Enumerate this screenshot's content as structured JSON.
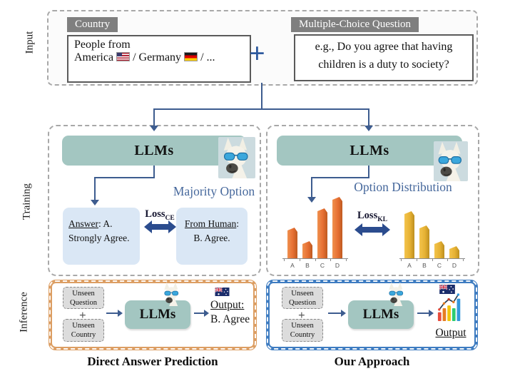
{
  "side_labels": {
    "input": "Input",
    "training": "Training",
    "inference": "Inference"
  },
  "input": {
    "country_tab": "Country",
    "country_line1": "People from",
    "country_line2_a": "America",
    "country_line2_b": "/ Germany",
    "country_line2_c": "/ ...",
    "plus": "+",
    "mcq_tab": "Multiple-Choice Question",
    "mcq_line1": "e.g., Do you agree that having",
    "mcq_line2": "children is a duty to society?"
  },
  "training": {
    "left": {
      "llm": "LLMs",
      "title": "Majority Option",
      "loss_base": "Loss",
      "loss_sub": "CE",
      "answer_head": "Answer",
      "answer_rest": ": A.",
      "answer_line2": "Strongly Agree.",
      "human_head": "From Human",
      "human_rest": ":",
      "human_line2": "B. Agree."
    },
    "right": {
      "llm": "LLMs",
      "title": "Option Distribution",
      "loss_base": "Loss",
      "loss_sub": "KL"
    }
  },
  "chart_data": [
    {
      "type": "bar",
      "title": "LLM predicted option distribution",
      "categories": [
        "A",
        "B",
        "C",
        "D"
      ],
      "values": [
        0.5,
        0.28,
        0.81,
        1.0
      ],
      "ylim": [
        0,
        1
      ],
      "color": "#E8743B",
      "xlabel": "",
      "ylabel": "",
      "legend": "none",
      "grid": false
    },
    {
      "type": "bar",
      "title": "Human option distribution",
      "categories": [
        "A",
        "B",
        "C",
        "D"
      ],
      "values": [
        0.77,
        0.53,
        0.28,
        0.2
      ],
      "ylim": [
        0,
        1
      ],
      "color": "#E9B63C",
      "xlabel": "",
      "ylabel": "",
      "legend": "none",
      "grid": false
    }
  ],
  "inference": {
    "left": {
      "unseen_q1": "Unseen",
      "unseen_q2": "Question",
      "plus": "+",
      "unseen_c1": "Unseen",
      "unseen_c2": "Country",
      "llm": "LLMs",
      "output_head": "Output:",
      "output_value": "B. Agree",
      "caption": "Direct Answer Prediction"
    },
    "right": {
      "unseen_q1": "Unseen",
      "unseen_q2": "Question",
      "plus": "+",
      "unseen_c1": "Unseen",
      "unseen_c2": "Country",
      "llm": "LLMs",
      "output_head": "Output",
      "caption": "Our Approach"
    }
  },
  "icons": {
    "llama": "llama-icon",
    "australia_flag": "australia-flag-icon",
    "us_flag": "us-flag-icon",
    "germany_flag": "germany-flag-icon",
    "bar_chart": "bar-chart-icon"
  },
  "colors": {
    "teal_llm": "#A3C6C1",
    "light_blue_box": "#DAE7F5",
    "blue_title": "#46689C",
    "connector": "#3D5C8F",
    "loss_arrow": "#2B4C8E",
    "orange_bar": "#E8743B",
    "yellow_bar": "#E9B63C",
    "orange_border": "#DC9E63",
    "blue_border": "#3E7CC1",
    "tab_gray": "#7F7F7F",
    "plus_blue": "#2E5A9E"
  }
}
